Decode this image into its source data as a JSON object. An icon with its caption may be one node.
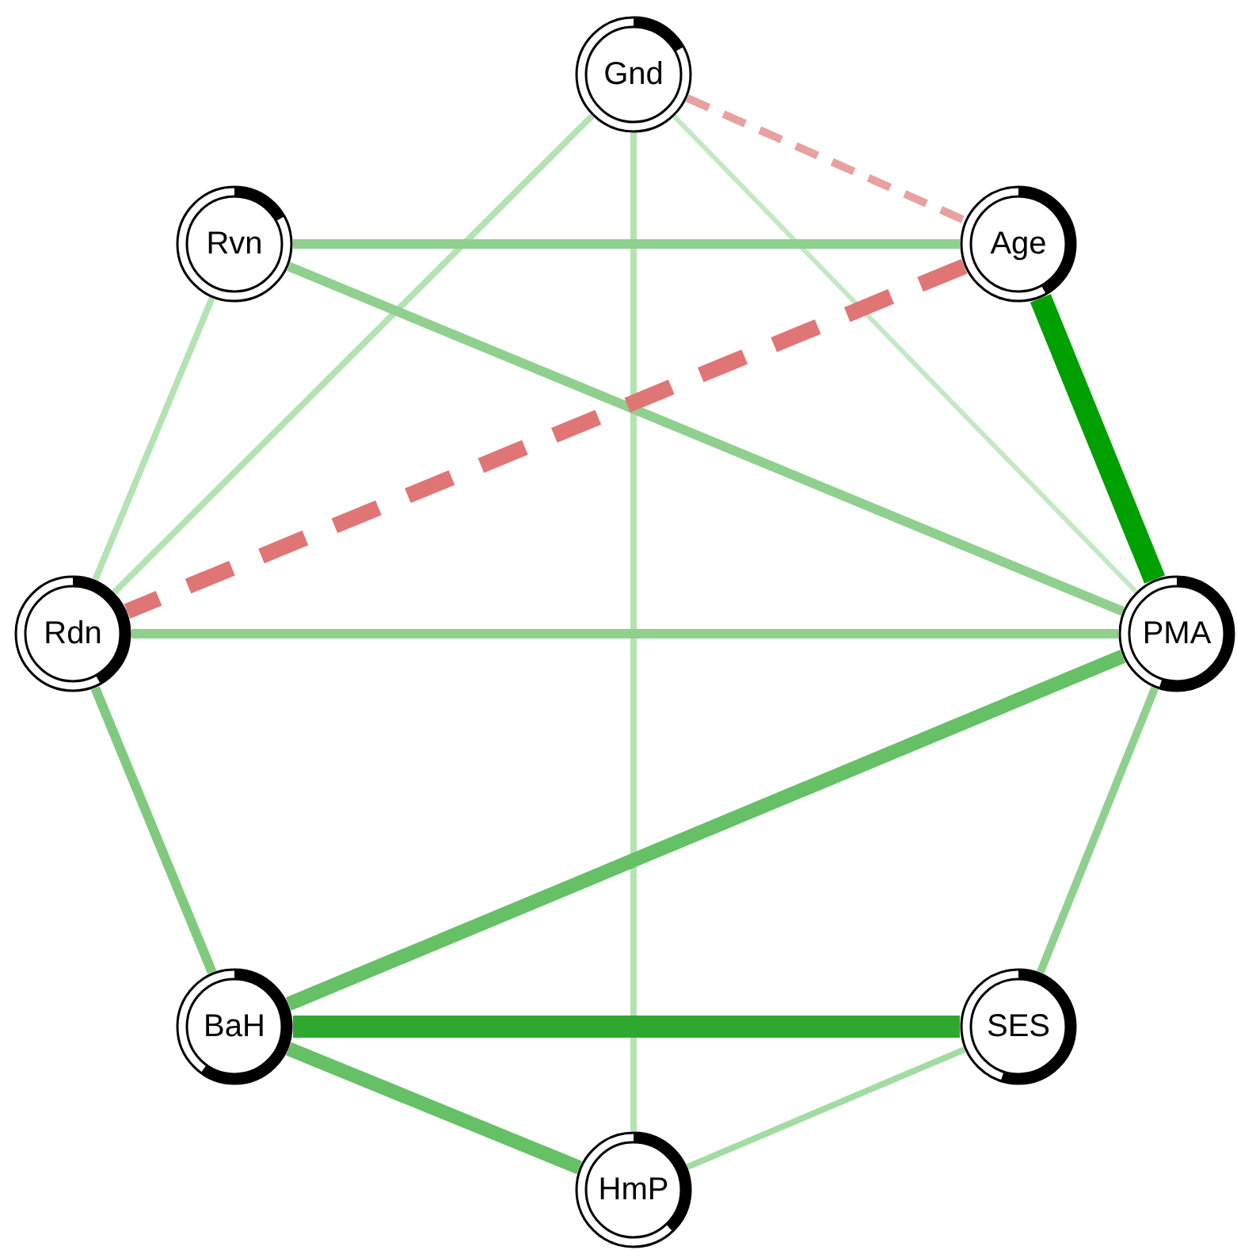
{
  "diagram": {
    "nodes": [
      {
        "text": [
          "Gnd"
        ]
      },
      {
        "text": [
          "Age"
        ]
      },
      {
        "text": [
          "PMA"
        ]
      },
      {
        "text": [
          "SES"
        ]
      },
      {
        "text": [
          "HmP"
        ]
      },
      {
        "text": [
          "BaH"
        ]
      },
      {
        "text": [
          "Rdn"
        ]
      },
      {
        "text": [
          "Rvn"
        ]
      }
    ],
    "edges": [
      {
        "from": 0,
        "to": 1,
        "arrow": "none",
        "style": "dashed",
        "color": "#e8a0a0"
      },
      {
        "from": 0,
        "to": 6,
        "arrow": "none",
        "color": "#b3e2b3"
      },
      {
        "from": 0,
        "to": 4,
        "arrow": "none",
        "color": "#b3e2b3"
      },
      {
        "from": 0,
        "to": 2,
        "arrow": "none",
        "color": "#c3e8c3"
      },
      {
        "from": 7,
        "to": 1,
        "arrow": "none"
      },
      {
        "from": 7,
        "to": 2,
        "arrow": "none"
      },
      {
        "from": 7,
        "to": 6,
        "arrow": "none",
        "color": "#b3e2b3"
      },
      {
        "from": 1,
        "to": 6,
        "arrow": "none",
        "style": "dashed",
        "color": "#e07575"
      },
      {
        "from": 1,
        "to": 2,
        "arrow": "none",
        "style": "thick",
        "color": "#00a000"
      },
      {
        "from": 6,
        "to": 2,
        "arrow": "none"
      },
      {
        "from": 6,
        "to": 5,
        "arrow": "none",
        "color": "#7fca7f"
      },
      {
        "from": 2,
        "to": 5,
        "arrow": "none",
        "color": "#66c066"
      },
      {
        "from": 2,
        "to": 3,
        "arrow": "none"
      },
      {
        "from": 5,
        "to": 3,
        "arrow": "none",
        "style": "thick",
        "color": "#2ea82e"
      },
      {
        "from": 5,
        "to": 4,
        "arrow": "none",
        "color": "#66c066"
      },
      {
        "from": 3,
        "to": 4,
        "arrow": "none",
        "color": "#a3dca3"
      }
    ]
  }
}
